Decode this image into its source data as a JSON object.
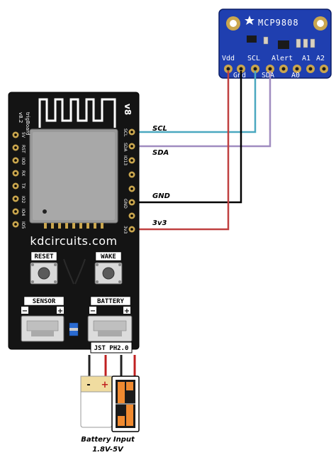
{
  "sensor_board": {
    "name": "MCP9808",
    "pins_top": [
      "Vdd",
      "SCL",
      "Alert",
      "A1",
      "A2"
    ],
    "pins_bottom": [
      "Gnd",
      "SDA",
      "A0"
    ],
    "colors": {
      "board": "#1f3fb0",
      "silk": "#ffffff"
    }
  },
  "main_board": {
    "version_side": "v8.2",
    "brand_side": "trigBoard",
    "version_big": "v8",
    "website": "kdcircuits.com",
    "buttons": {
      "reset": "RESET",
      "wake": "WAKE"
    },
    "connectors": {
      "sensor": "SENSOR",
      "battery": "BATTERY"
    },
    "pin_labels_left": [
      "5V",
      "RST",
      "IO0",
      "RX",
      "TX",
      "IO2",
      "IO4",
      "IO5"
    ],
    "pin_labels_right": [
      "SCL",
      "SDA",
      "IO13",
      "GND",
      "3v3"
    ],
    "colors": {
      "board": "#141414",
      "module": "#9a9a9a",
      "copper": "#c8a24a"
    }
  },
  "wires": [
    {
      "label": "SCL",
      "color": "#4aa8c0"
    },
    {
      "label": "SDA",
      "color": "#a08cc0"
    },
    {
      "label": "GND",
      "color": "#000000"
    },
    {
      "label": "3v3",
      "color": "#c04040"
    }
  ],
  "jst_label": "JST PH2.0",
  "battery": {
    "minus": "-",
    "plus": "+",
    "caption_line1": "Battery Input",
    "caption_line2": "1.8V-5V"
  }
}
